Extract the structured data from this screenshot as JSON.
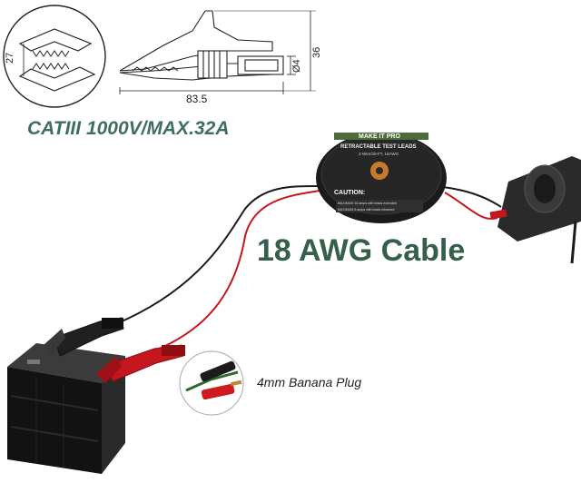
{
  "drawing": {
    "dim_length": "83.5",
    "dim_jaw": "27",
    "dim_height": "36",
    "dim_diameter": "Ø4"
  },
  "rating_text": "CATIII 1000V/MAX.32A",
  "cable_text": "18 AWG Cable",
  "plug_text": "4mm Banana Plug",
  "reel_label": {
    "brand": "MAKE IT PRO",
    "title": "RETRACTABLE TEST LEADS",
    "spec": "2-Wire/30-FT, 18AWG",
    "caution": "CAUTION:",
    "caution_line1": "MAXIMUM 16 amps with leads extended",
    "caution_line2": "MAXIMUM 8 amps with leads retracted"
  },
  "colors": {
    "green_text": "#355f48",
    "red_wire": "#c4161c",
    "black_wire": "#1a1a1a"
  }
}
